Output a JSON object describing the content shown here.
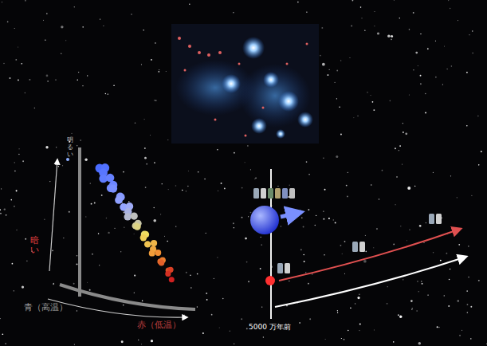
{
  "diagram": {
    "labels": [
      "明るい",
      "暗い",
      "青（高温）",
      "赤（低温）",
      "5000 万年前"
    ]
  }
}
